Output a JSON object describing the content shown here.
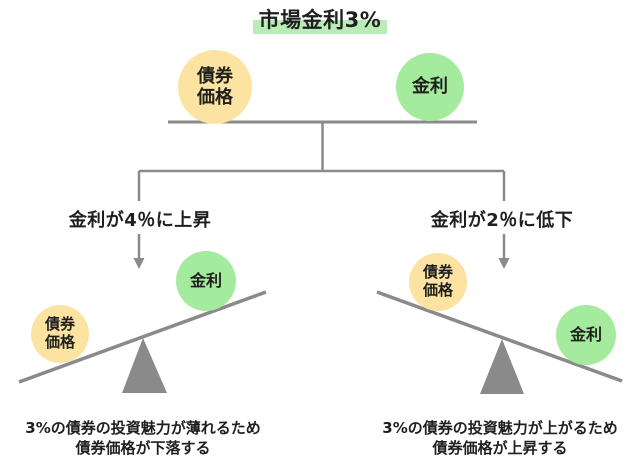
{
  "title": "市場金利3%",
  "colors": {
    "title_highlight_green": "#b9ecb6",
    "bond_circle_yellow": "#fce3a1",
    "rate_circle_green": "#a5eb9e",
    "line_gray": "#8a8a8a",
    "fulcrum_gray": "#8a8a8a",
    "text_color": "#1f1f1f",
    "background": "#ffffff"
  },
  "balance_top": {
    "bond": {
      "line1": "債券",
      "line2": "価格"
    },
    "rate": "金利"
  },
  "scenario_left": {
    "heading": "金利が4％に上昇",
    "rate": "金利",
    "bond": {
      "line1": "債券",
      "line2": "価格"
    },
    "caption_line1": "3%の債券の投資魅力が薄れるため",
    "caption_line2": "債券価格が下落する"
  },
  "scenario_right": {
    "heading": "金利が2％に低下",
    "bond": {
      "line1": "債券",
      "line2": "価格"
    },
    "rate": "金利",
    "caption_line1": "3%の債券の投資魅力が上がるため",
    "caption_line2": "債券価格が上昇する"
  }
}
